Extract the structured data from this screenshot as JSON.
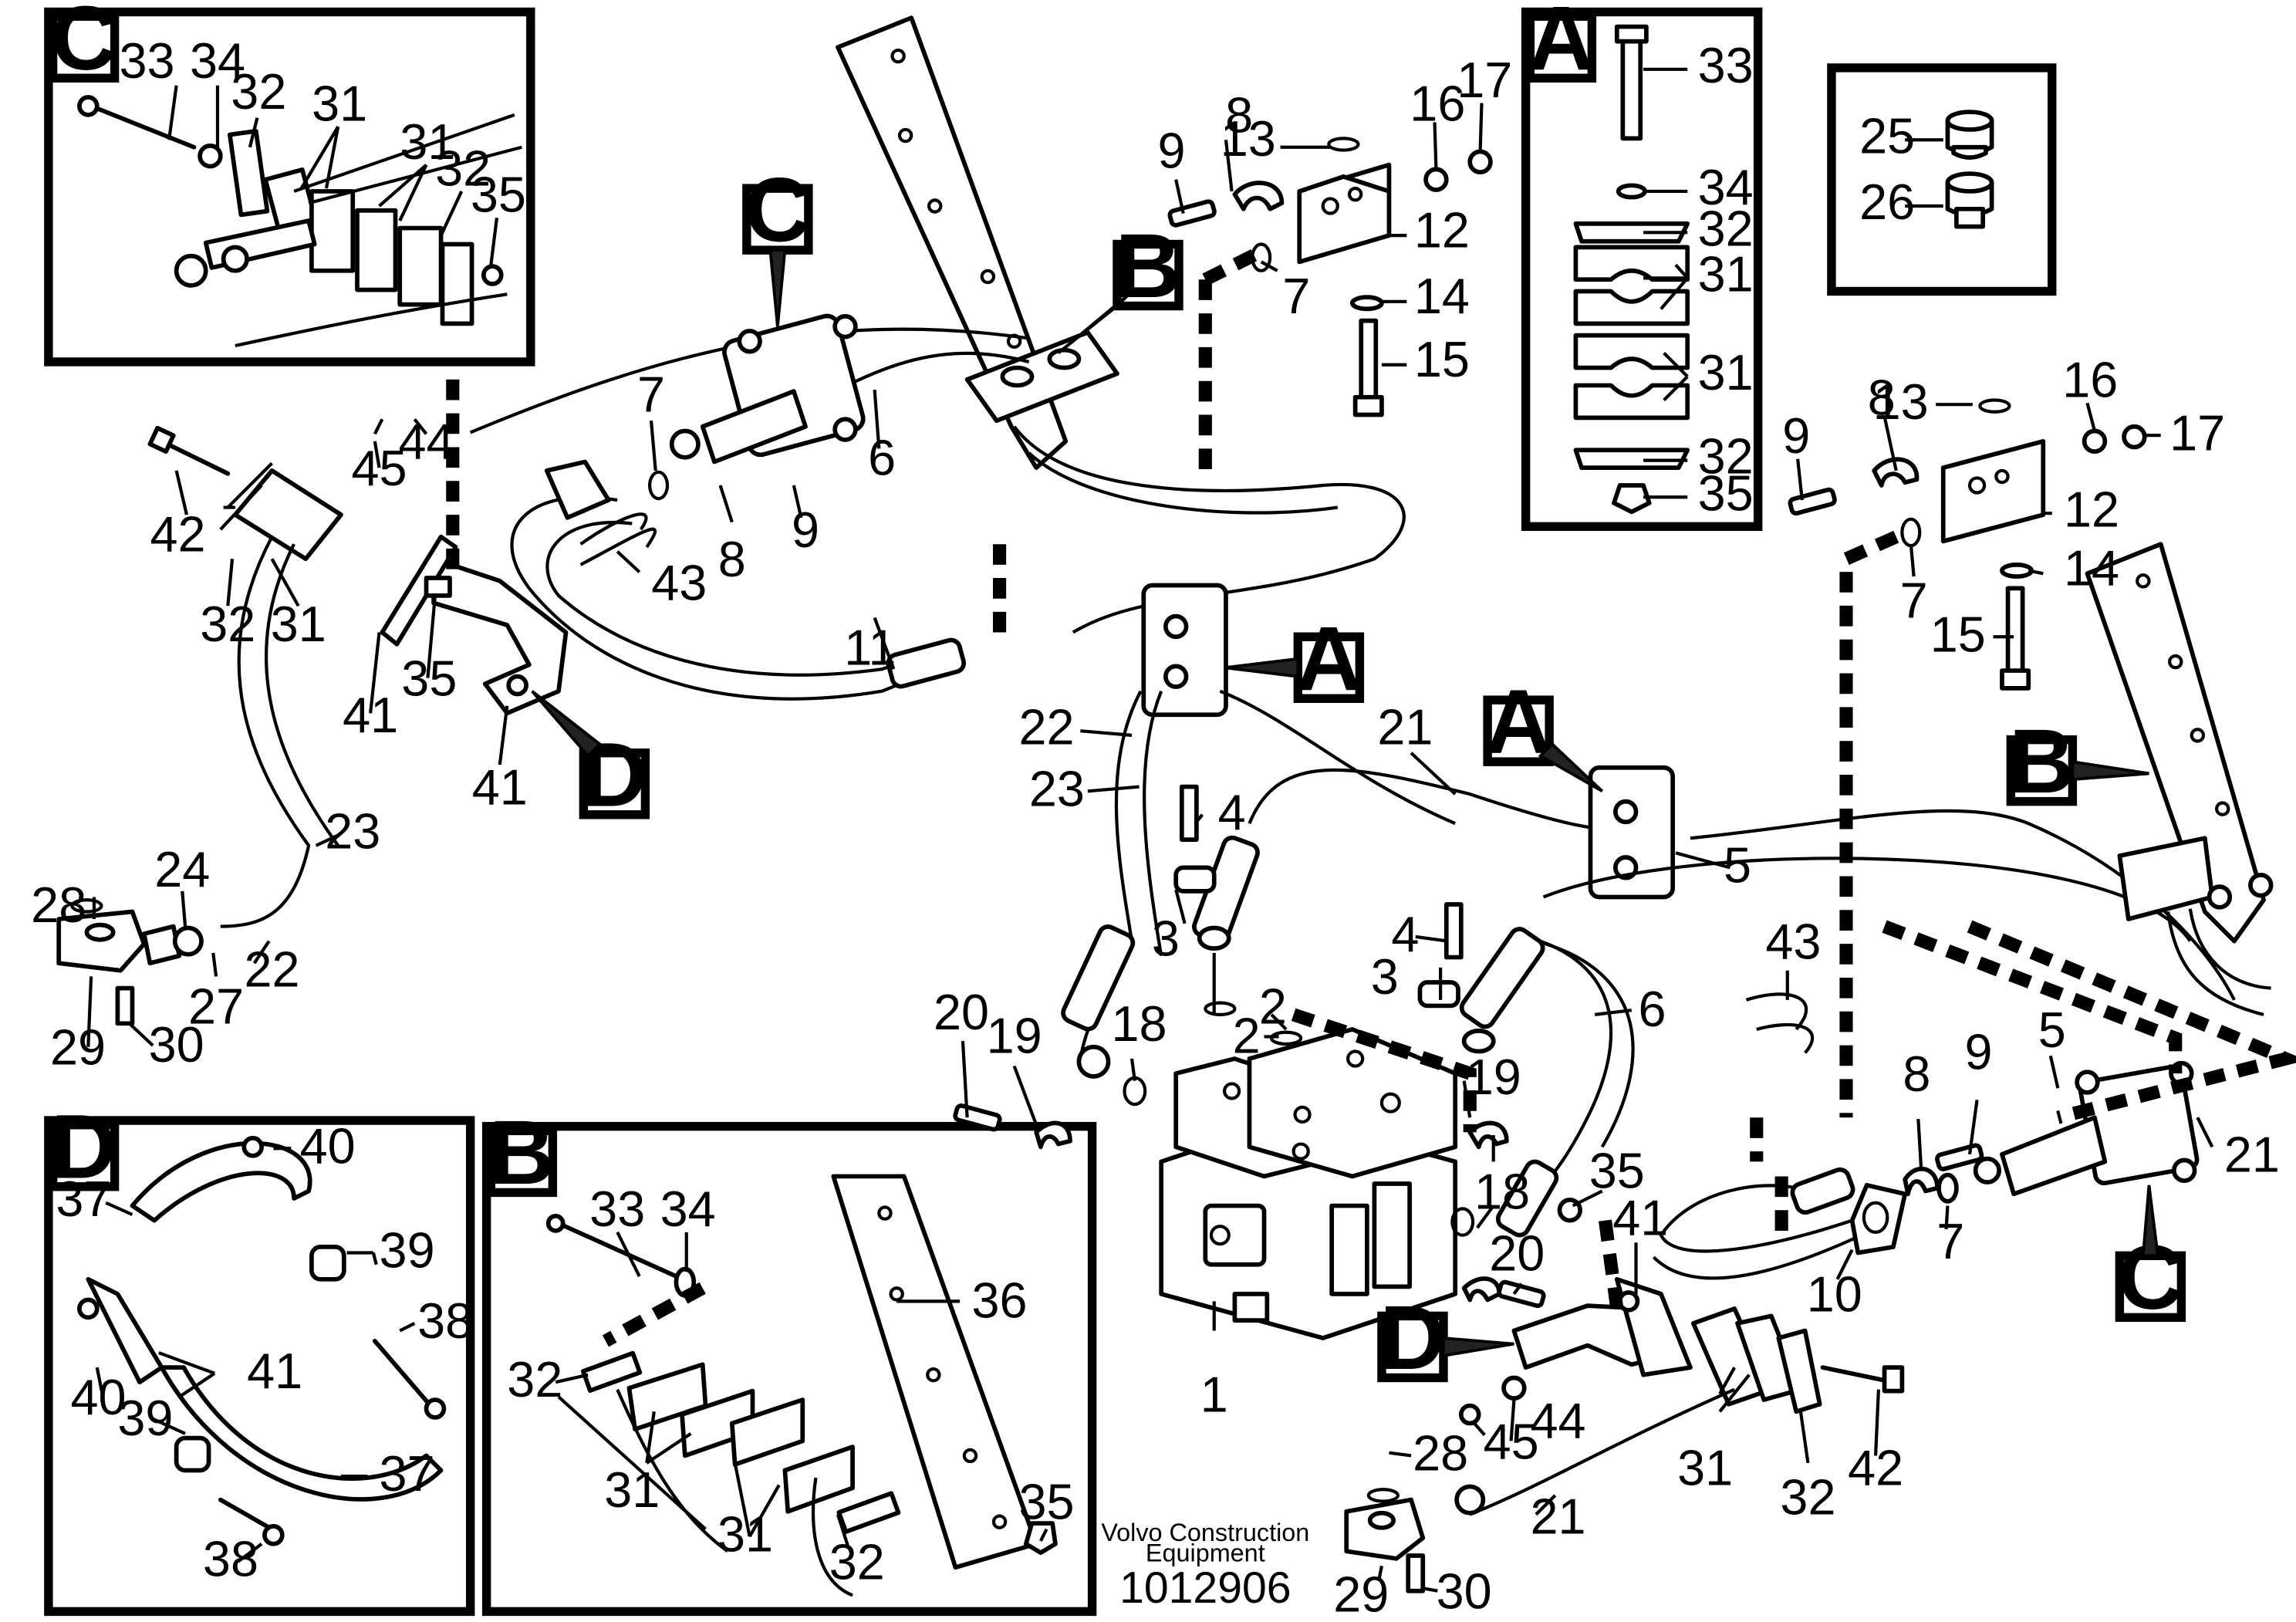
{
  "section_letters": {
    "a": "A",
    "b": "B",
    "c": "C",
    "d": "D"
  },
  "part_numbers": {
    "p1": "1",
    "p2": "2",
    "p3": "3",
    "p4": "4",
    "p5": "5",
    "p6": "6",
    "p7": "7",
    "p8": "8",
    "p9": "9",
    "p10": "10",
    "p11": "11",
    "p12": "12",
    "p13": "13",
    "p14": "14",
    "p15": "15",
    "p16": "16",
    "p17": "17",
    "p18": "18",
    "p19": "19",
    "p20": "20",
    "p21": "21",
    "p22": "22",
    "p23": "23",
    "p24": "24",
    "p25": "25",
    "p26": "26",
    "p27": "27",
    "p28": "28",
    "p29": "29",
    "p30": "30",
    "p31": "31",
    "p32": "32",
    "p33": "33",
    "p34": "34",
    "p35": "35",
    "p36": "36",
    "p37": "37",
    "p38": "38",
    "p39": "39",
    "p40": "40",
    "p41": "41",
    "p42": "42",
    "p43": "43",
    "p44": "44",
    "p45": "45"
  },
  "credit": {
    "line1": "Volvo Construction",
    "line2": "Equipment"
  },
  "document_number": "1012906"
}
